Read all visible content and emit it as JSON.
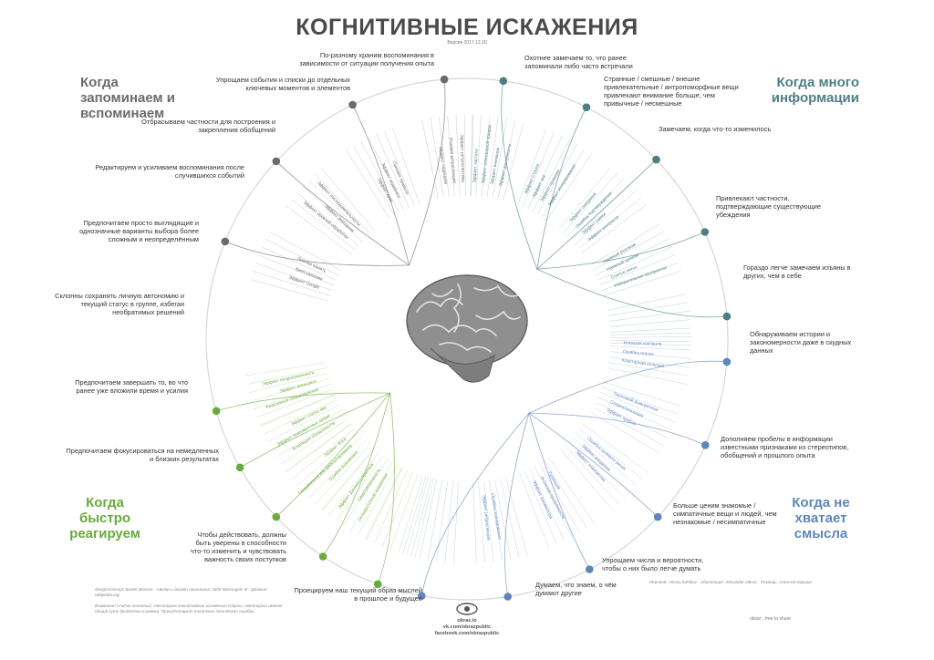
{
  "header": {
    "title": "КОГНИТИВНЫЕ ИСКАЖЕНИЯ",
    "version": "Версия 2017.12.20"
  },
  "colors": {
    "memory": "#6b6b6b",
    "information": "#4d7f84",
    "meaning": "#5f86b8",
    "action": "#6aaa3c"
  },
  "quadrants": {
    "memory": "Когда запоминаем и вспоминаем",
    "information": "Когда много информации",
    "action": "Когда быстро реагируем",
    "meaning": "Когда не хватает смысла"
  },
  "branches": {
    "memory": [
      "По-разному храним воспоминания в зависимости от ситуации получения опыта",
      "Упрощаем события и списки до отдельных ключевых моментов и элементов",
      "Отбрасываем частности для построения и закрепления обобщений",
      "Редактируем и усиливаем воспоминания после случившихся событий"
    ],
    "information": [
      "Охотнее замечаем то, что ранее запоминали либо часто встречали",
      "Странные / смешные / внешне привлекательные / антропоморфные вещи привлекают внимание больше, чем привычные / несмешные",
      "Замечаем, когда что-то изменилось",
      "Привлекают частности, подтверждающие существующие убеждения",
      "Гораздо легче замечаем изъяны в других, чем в себе"
    ],
    "meaning": [
      "Обнаруживаем истории и закономерности даже в скудных данных",
      "Дополняем пробелы в информации известными признаками из стереотипов, обобщений и прошлого опыта",
      "Больше ценим знакомые / симпатичные вещи и людей, чем незнакомые / несимпатичные",
      "Упрощаем числа и вероятности, чтобы о них было легче думать",
      "Думаем, что знаем, о чём думают другие",
      "Проецируем наш текущий образ мыслей в прошлое и будущее"
    ],
    "action": [
      "Предпочитаем просто выглядящие и однозначные варианты выбора более сложным и неопределённым",
      "Склонны сохранять личную автономию и текущий статус в группе, избегая необратимых решений",
      "Предпочитаем завершать то, во что ранее уже вложили время и усилия",
      "Предпочитаем фокусироваться на немедленных и близких результатах",
      "Чтобы действовать, должны быть уверены в способности что-то изменить и чувствовать важность своих поступков"
    ]
  },
  "biases": {
    "information": [
      "Эффект доступности",
      "Эффект внимания",
      "Эффект иллюзорной правды",
      "Эффект частоты",
      "Эффект игнорирования",
      "Эффект привязки",
      "Эффект эха",
      "Эффект Струпа",
      "Эффект контраста",
      "Эффект рамки",
      "Ошибка подтверждения",
      "Эффект ожидания",
      "Избирательное восприятие",
      "Слепое пятно",
      "Наивный цинизм",
      "Наивный реализм"
    ],
    "meaning": [
      "Кластерная иллюзия",
      "Ошибка игрока",
      "Иллюзия контроля",
      "Эффект ореола",
      "Стереотипизация",
      "Групповой фаворитизм",
      "Эффект знакомства",
      "Эффект владения",
      "Ошибка нулевого риска",
      "Эффект прожектора",
      "Иллюзия прозрачности",
      "Проекция",
      "Эффект ретроспекции",
      "Ошибка планирования"
    ],
    "action": [
      "Эффект неоднозначности",
      "Эффект меньшего",
      "Реактивное сопротивление",
      "Эффект статус-кво",
      "Эффект невозвратных затрат",
      "Эскалация обязательств",
      "Эффект IKEA",
      "Гиперболическое дисконтирование",
      "Ошибка выжившего",
      "Эффект Даннинга-Крюгера",
      "Сверхуверенность",
      "Оптимистичное искажение"
    ],
    "memory": [
      "Ложная память",
      "Криптомнезия",
      "Эффект Google",
      "Эффект последовательности",
      "Эффект Зейгарник",
      "Эффект уровней обработки",
      "Пиковое правило",
      "Эффект недавнего",
      "Эффект края",
      "Эффект ретроспективы",
      "Розовая ретроспекция",
      "Эффект подсказки"
    ]
  },
  "credits": {
    "left": "design/concept: Buster Benson · Автор и дизайн оригинала: John Manoogian III · Данные: wikipedia.org",
    "note": "Внимание! Список неполный. Некоторые когнитивные искажения спорны, некоторые имеют общий суть (выделены в рамки). Присутствуют типичные логические ошибки.",
    "right": "Перевод: Alexey Ezhikov · Адаптация: Alexander Obraz · Помощь: Алексей Каршин"
  },
  "footer": {
    "site": "obraz.io",
    "vk": "vk.com/obrazpublic",
    "fb": "facebook.com/obrazpublic"
  },
  "badge": "obraz · free to share"
}
